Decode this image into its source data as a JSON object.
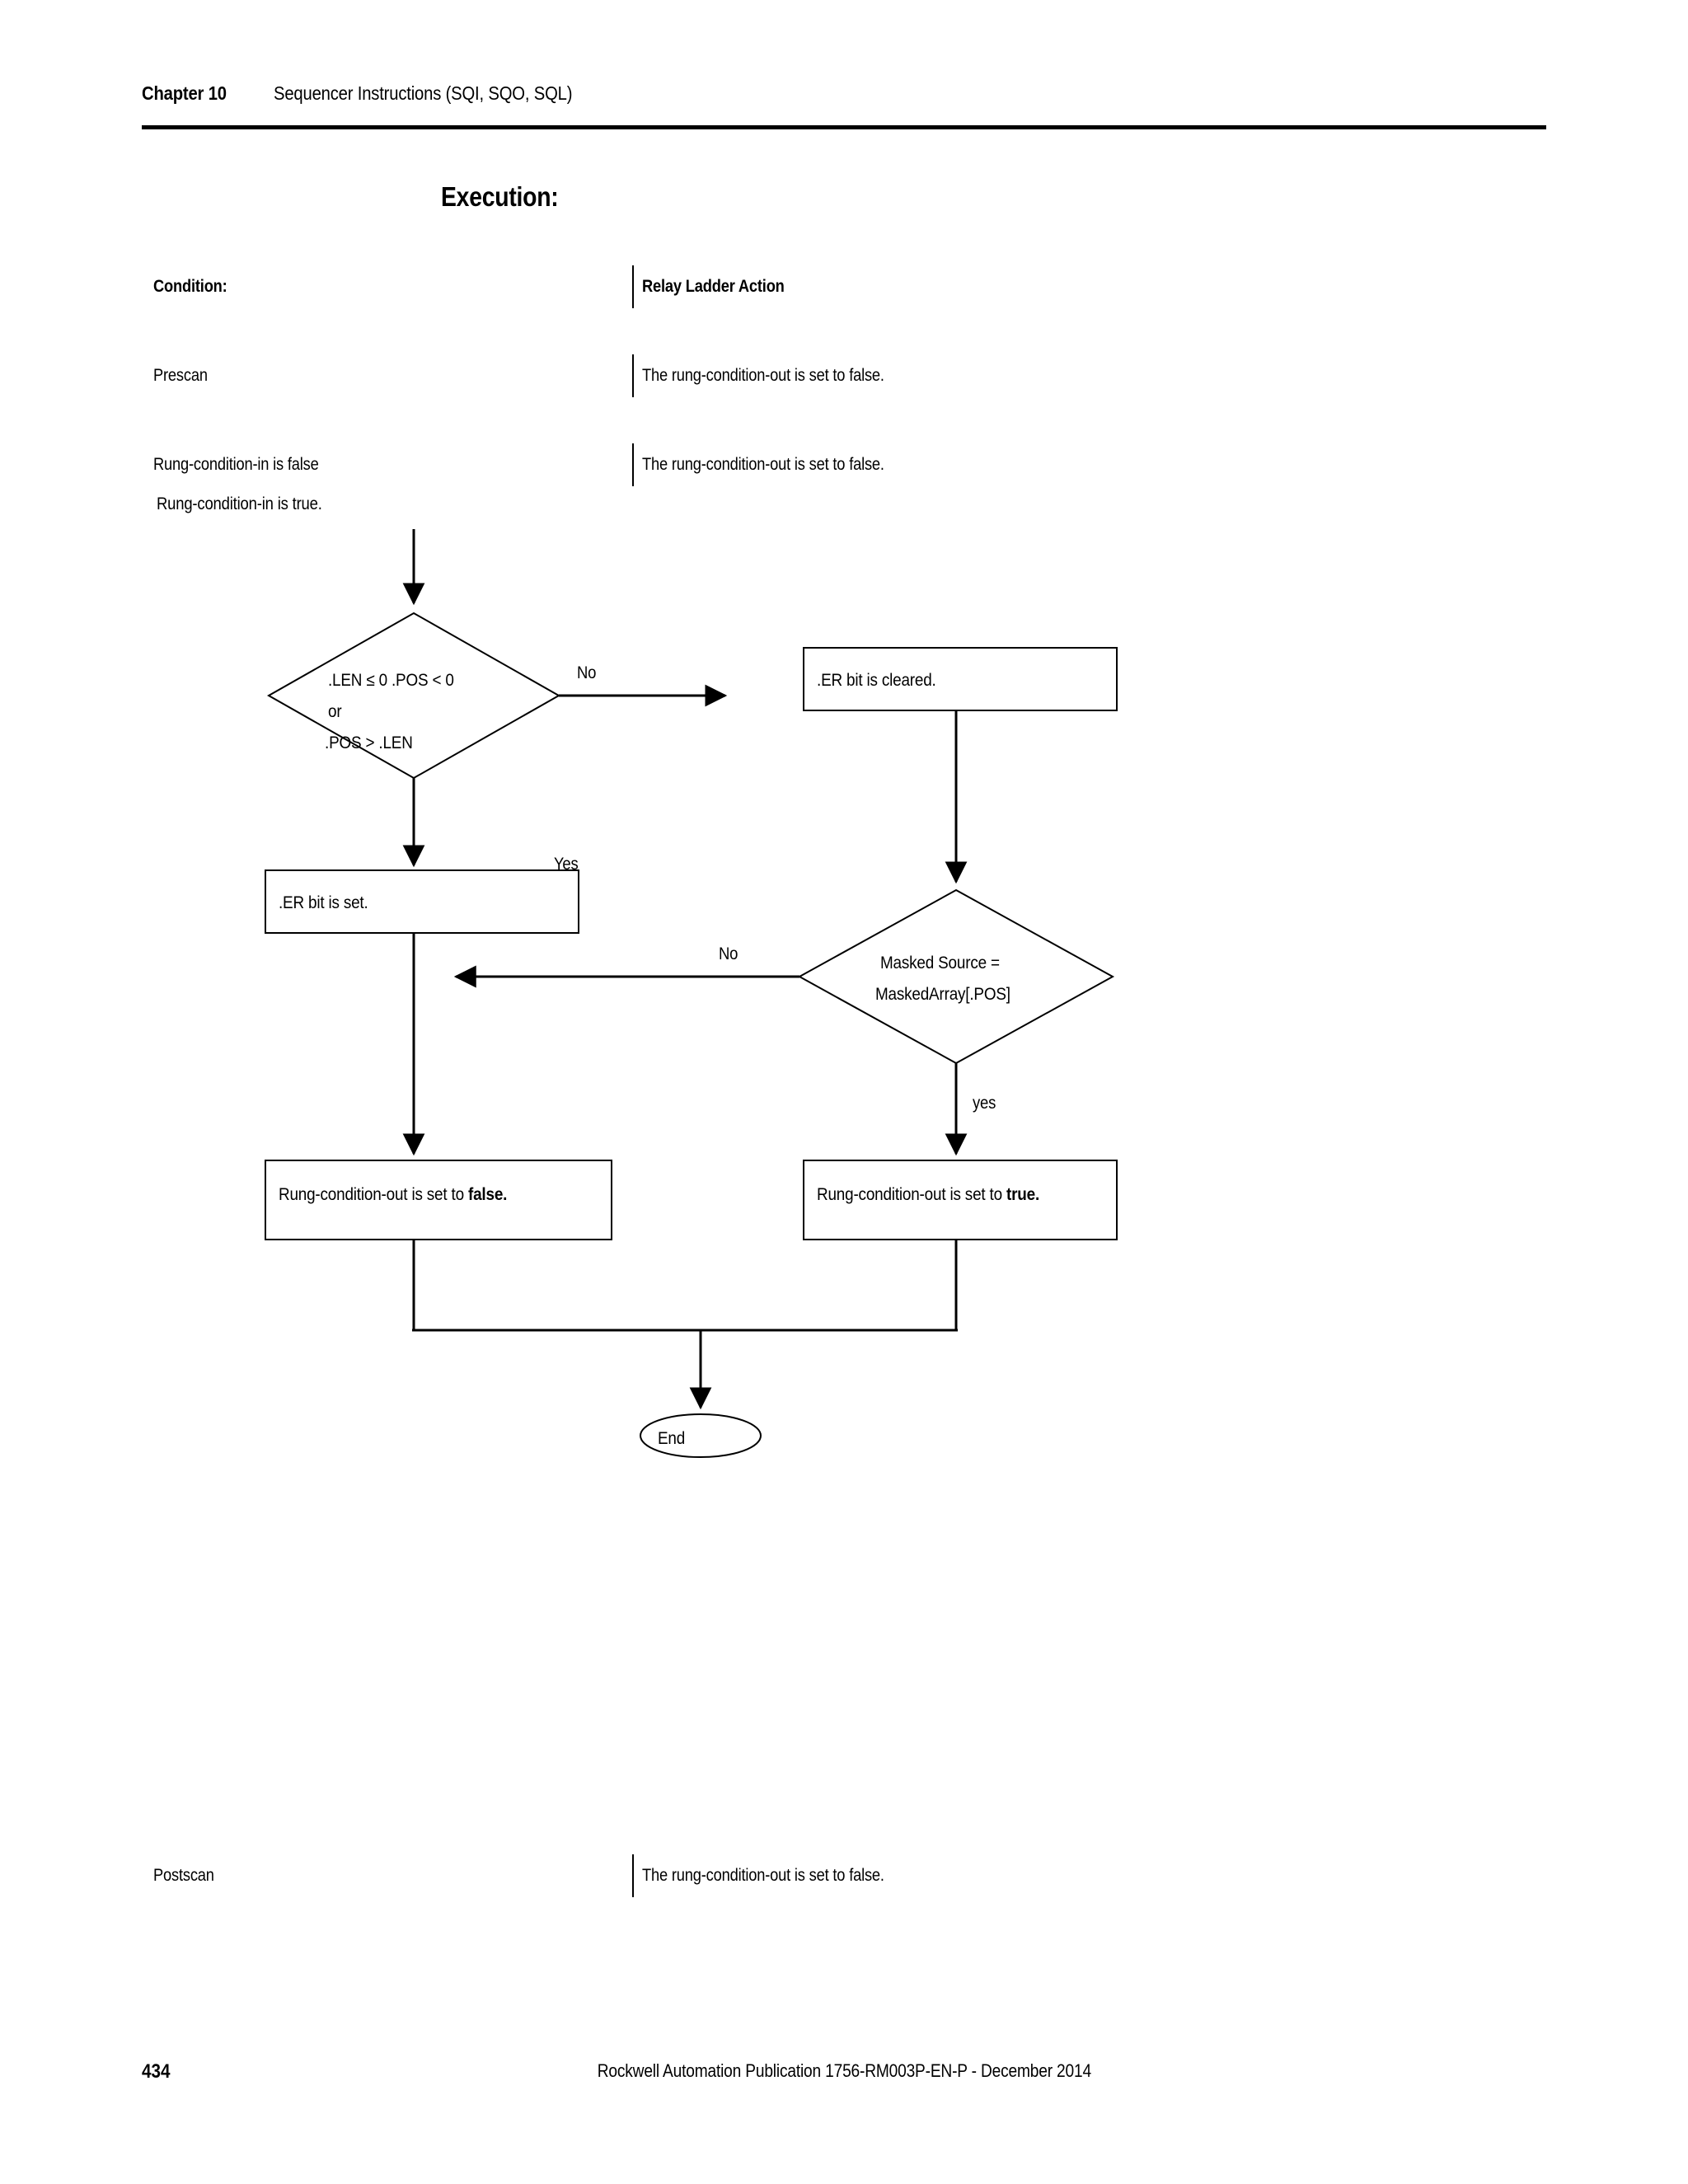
{
  "header": {
    "chapter": "Chapter 10",
    "title": "Sequencer Instructions (SQI, SQO, SQL)"
  },
  "section": {
    "heading": "Execution:"
  },
  "table": {
    "columns": [
      "Condition:",
      "Relay Ladder Action"
    ],
    "rows": [
      [
        "Prescan",
        "The rung-condition-out is set to false."
      ],
      [
        "Rung-condition-in is false",
        "The rung-condition-out is set to false."
      ]
    ]
  },
  "postscan_table": {
    "rows": [
      [
        "Postscan",
        "The rung-condition-out is set to false."
      ]
    ]
  },
  "flowchart": {
    "entry_label": "Rung-condition-in is true.",
    "decision1": {
      "line1": ".LEN ≤ 0 .POS < 0",
      "line2": "or",
      "line3": ".POS > .LEN"
    },
    "decision1_no_label": "No",
    "decision1_yes_label": "Yes",
    "box_er_cleared": ".ER bit is cleared.",
    "box_er_set": ".ER bit is set.",
    "decision2": {
      "line1": "Masked Source =",
      "line2": "MaskedArray[.POS]"
    },
    "decision2_no_label": "No",
    "decision2_yes_label": "yes",
    "box_false": {
      "prefix": "Rung-condition-out is set to ",
      "value": "false."
    },
    "box_true": {
      "prefix": "Rung-condition-out is set to ",
      "value": "true."
    },
    "end_label": "End"
  },
  "footer": {
    "page_number": "434",
    "publication": "Rockwell Automation Publication 1756-RM003P-EN-P - December 2014"
  }
}
